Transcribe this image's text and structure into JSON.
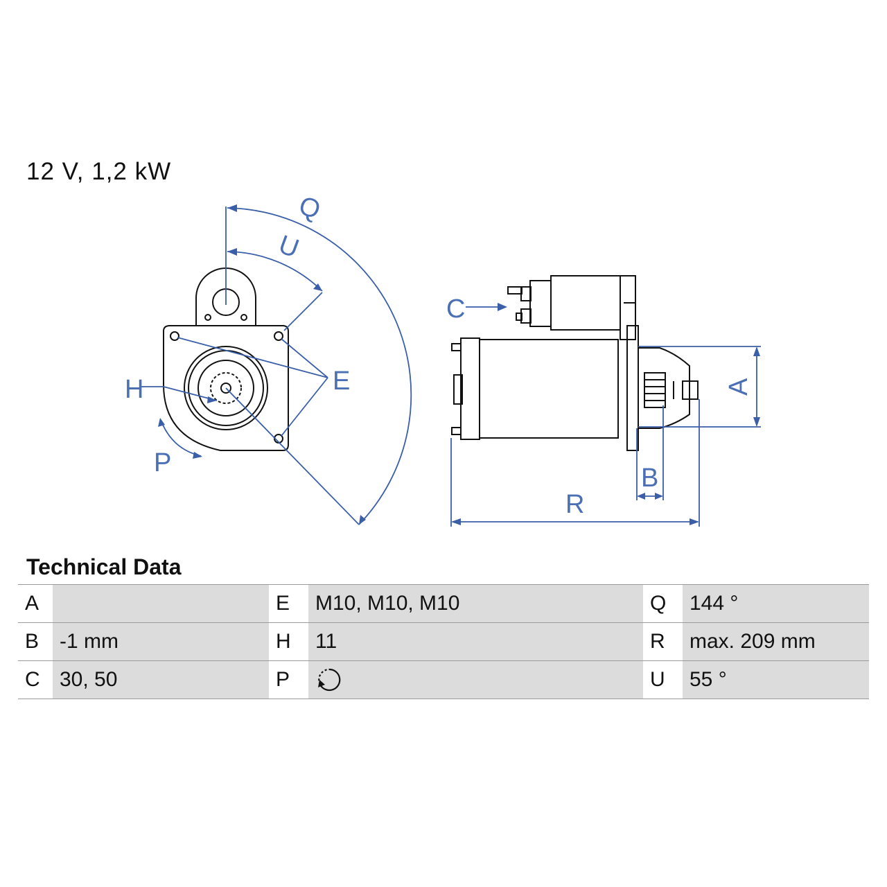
{
  "header": {
    "title": "12 V, 1,2 kW"
  },
  "diagram": {
    "labels": {
      "A": "A",
      "B": "B",
      "C": "C",
      "E": "E",
      "H": "H",
      "P": "P",
      "Q": "Q",
      "R": "R",
      "U": "U"
    },
    "colors": {
      "line": "#111111",
      "dimension": "#3a5ea8",
      "label": "#4a6fb5"
    }
  },
  "technical_data": {
    "heading": "Technical Data",
    "rows": [
      [
        {
          "key": "A",
          "value": ""
        },
        {
          "key": "E",
          "value": "M10, M10, M10"
        },
        {
          "key": "Q",
          "value": "144 °"
        }
      ],
      [
        {
          "key": "B",
          "value": "-1 mm"
        },
        {
          "key": "H",
          "value": "11"
        },
        {
          "key": "R",
          "value": "max. 209 mm"
        }
      ],
      [
        {
          "key": "C",
          "value": "30, 50"
        },
        {
          "key": "P",
          "value": "",
          "icon": "rotation-direction-icon"
        },
        {
          "key": "U",
          "value": "55 °"
        }
      ]
    ]
  }
}
